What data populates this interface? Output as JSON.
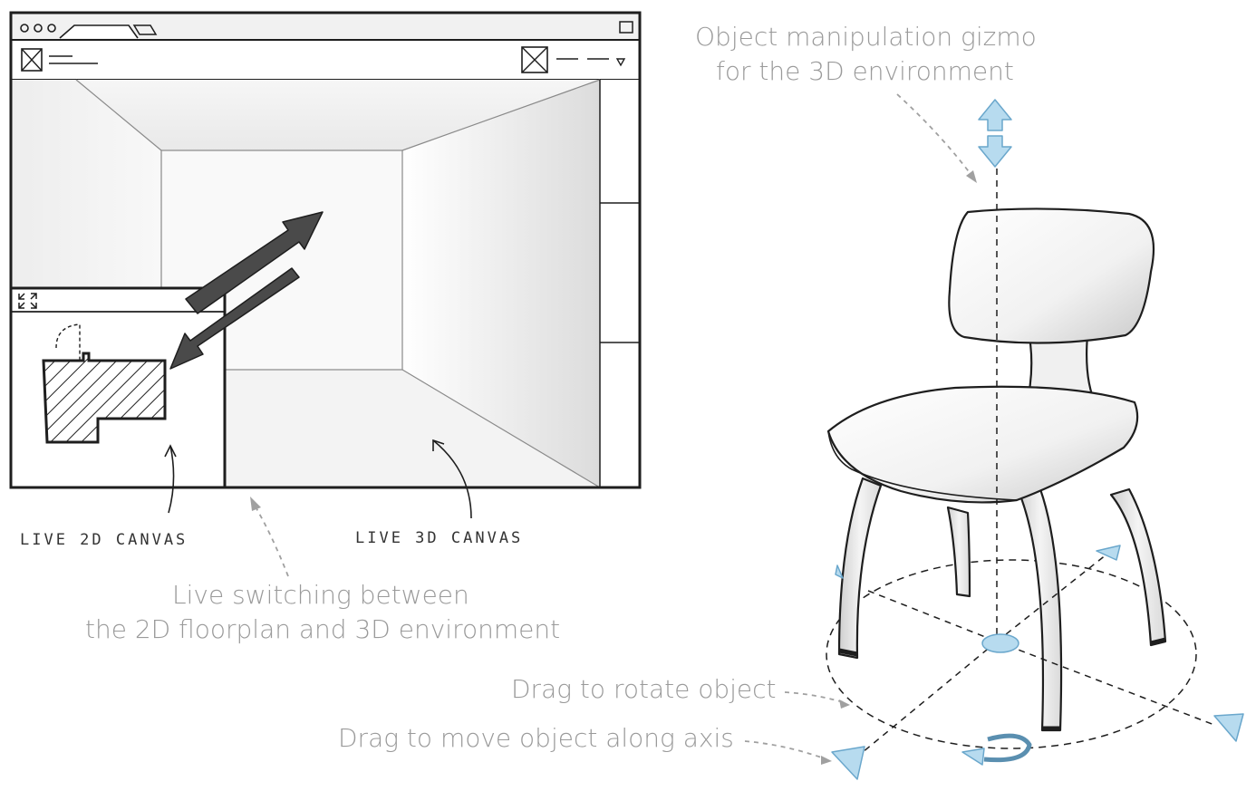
{
  "callouts": {
    "gizmo_line1": "Object manipulation gizmo",
    "gizmo_line2": "for the 3D environment",
    "switch_line1": "Live switching between",
    "switch_line2": "the 2D floorplan and 3D environment",
    "rotate": "Drag to rotate object",
    "move": "Drag to move object along axis"
  },
  "labels": {
    "canvas_2d": "LIVE 2D CANVAS",
    "canvas_3d": "LIVE 3D CANVAS"
  },
  "colors": {
    "ink": "#1e1e1e",
    "callout_text": "#9a9a9a",
    "gizmo_fill": "#b7dbef",
    "gizmo_stroke": "#6aa7cc",
    "arrow_fill": "#4a4a4a"
  }
}
